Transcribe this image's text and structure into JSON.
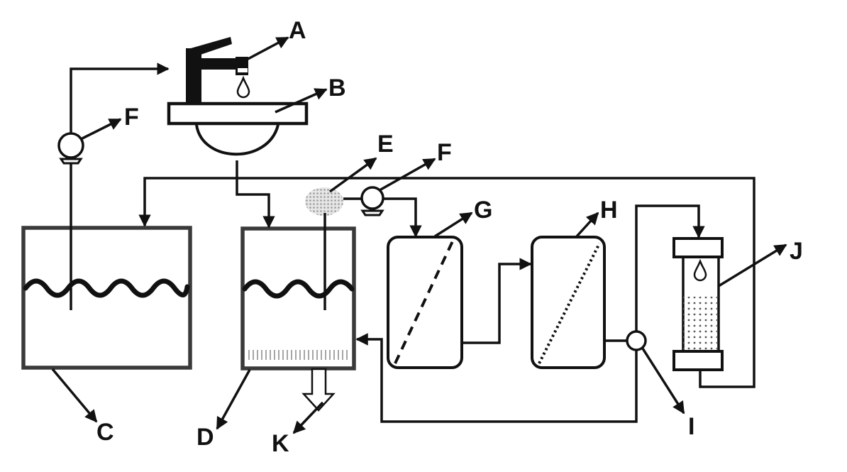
{
  "labels": {
    "A": "A",
    "B": "B",
    "C": "C",
    "D": "D",
    "E": "E",
    "F_top": "F",
    "F_mid": "F",
    "G": "G",
    "H": "H",
    "I": "I",
    "J": "J",
    "K": "K"
  },
  "colors": {
    "line": "#111111",
    "tank_outline": "#3a3a3a",
    "strainer_fill": "#cfcfcf"
  }
}
